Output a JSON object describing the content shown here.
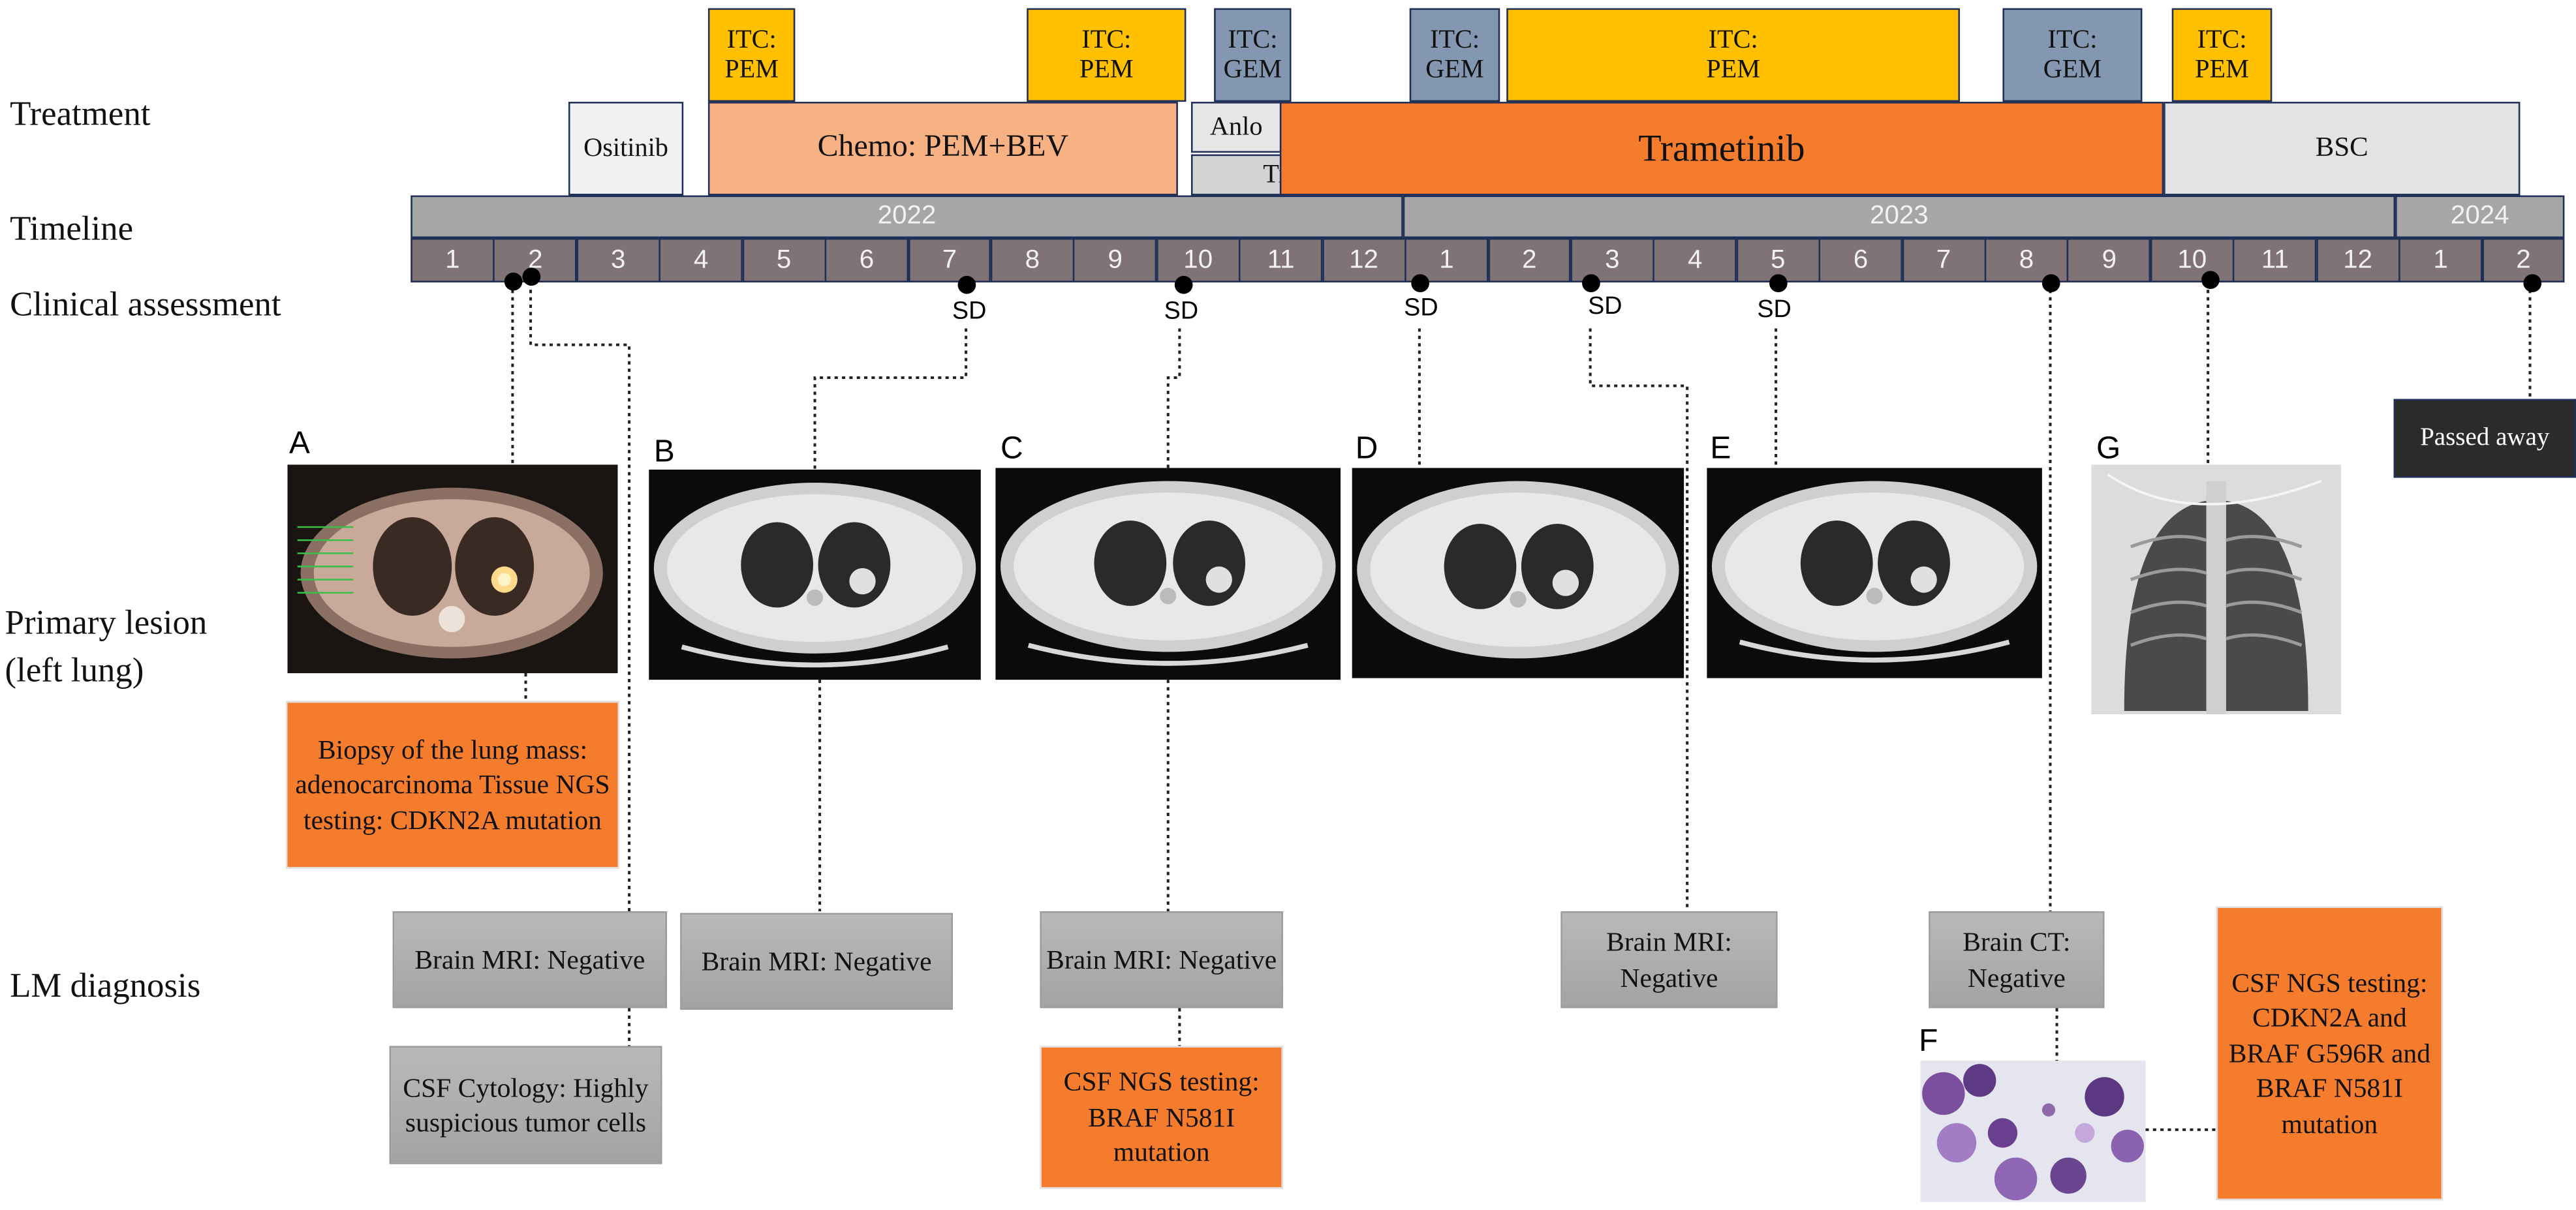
{
  "row_labels": {
    "treatment": "Treatment",
    "timeline": "Timeline",
    "clinical_assessment": "Clinical assessment",
    "primary_lesion_line1": "Primary lesion",
    "primary_lesion_line2": "(left lung)",
    "lm_diagnosis": "LM diagnosis"
  },
  "treatments": {
    "ositinib": "Ositinib",
    "chemo": "Chemo: PEM+BEV",
    "anlo": "Anlo",
    "tisleli": "Tisleli",
    "trametinib": "Trametinib",
    "bsc": "BSC"
  },
  "itc": [
    {
      "line1": "ITC:",
      "line2": "PEM"
    },
    {
      "line1": "ITC:",
      "line2": "PEM"
    },
    {
      "line1": "ITC:",
      "line2": "GEM"
    },
    {
      "line1": "ITC:",
      "line2": "GEM"
    },
    {
      "line1": "ITC:",
      "line2": "PEM"
    },
    {
      "line1": "ITC:",
      "line2": "GEM"
    },
    {
      "line1": "ITC:",
      "line2": "PEM"
    }
  ],
  "years": [
    "2022",
    "2023",
    "2024"
  ],
  "months": [
    "1",
    "2",
    "3",
    "4",
    "5",
    "6",
    "7",
    "8",
    "9",
    "10",
    "11",
    "12",
    "1",
    "2",
    "3",
    "4",
    "5",
    "6",
    "7",
    "8",
    "9",
    "10",
    "11",
    "12",
    "1",
    "2"
  ],
  "assessments": [
    "SD",
    "SD",
    "SD",
    "SD",
    "SD"
  ],
  "panels": [
    "A",
    "B",
    "C",
    "D",
    "E",
    "F",
    "G"
  ],
  "boxes": {
    "biopsy": "Biopsy of the lung mass: adenocarcinoma Tissue NGS testing: CDKN2A mutation",
    "mri1": "Brain MRI: Negative",
    "mri2": "Brain MRI: Negative",
    "mri3": "Brain MRI: Negative",
    "mri4": "Brain MRI: Negative",
    "ct": "Brain CT: Negative",
    "cytology": "CSF Cytology: Highly suspicious tumor cells",
    "ngs1": "CSF NGS testing: BRAF N581I mutation",
    "ngs2": "CSF NGS testing: CDKN2A and BRAF G596R and BRAF N581I mutation",
    "passed": "Passed away"
  },
  "colors": {
    "itc_pem": "#ffc000",
    "itc_gem": "#8497b0",
    "chemo": "#f8b183",
    "trametinib": "#f47c2c",
    "bsc": "#e3e3e3",
    "timeline_year": "#a6a6a6",
    "timeline_month": "#7f7375",
    "border": "#1f2f57"
  }
}
